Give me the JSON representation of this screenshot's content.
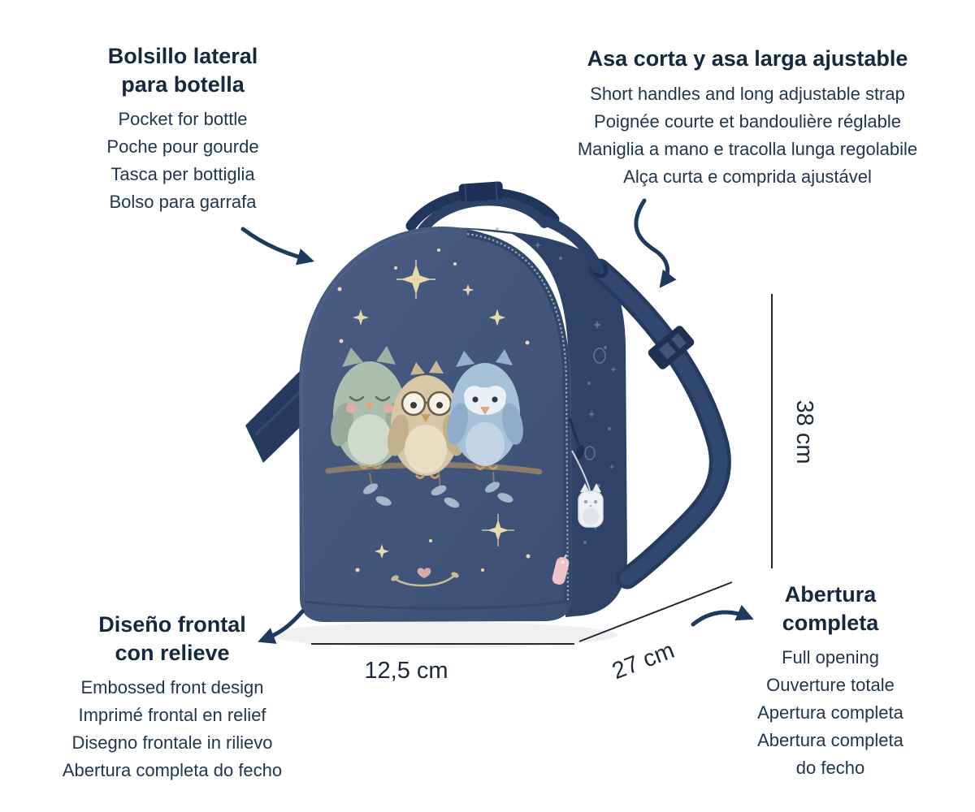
{
  "callouts": {
    "side_pocket": {
      "title": "Bolsillo lateral\npara botella",
      "lines": [
        "Pocket for bottle",
        "Poche pour gourde",
        "Tasca per bottiglia",
        "Bolso para garrafa"
      ]
    },
    "handles": {
      "title": "Asa corta y asa larga ajustable",
      "lines": [
        "Short handles and long adjustable strap",
        "Poignée courte et bandoulière réglable",
        "Maniglia a mano e tracolla lunga regolabile",
        "Alça curta e comprida ajustável"
      ]
    },
    "front_design": {
      "title": "Diseño frontal\ncon relieve",
      "lines": [
        "Embossed front design",
        "Imprimé frontal en relief",
        "Disegno frontale in rilievo",
        "Abertura completa do fecho"
      ]
    },
    "full_opening": {
      "title": "Abertura\ncompleta",
      "lines": [
        "Full opening",
        "Ouverture totale",
        "Apertura completa",
        "Abertura completa\ndo fecho"
      ]
    }
  },
  "dimensions": {
    "height": "38 cm",
    "width": "12,5 cm",
    "depth": "27 cm"
  },
  "colors": {
    "text": "#22364c",
    "arrow": "#1d3a5f",
    "bag_front": "#40557a",
    "bag_side": "#2e4367",
    "strap": "#2b4065",
    "star": "#e7d9ad"
  }
}
